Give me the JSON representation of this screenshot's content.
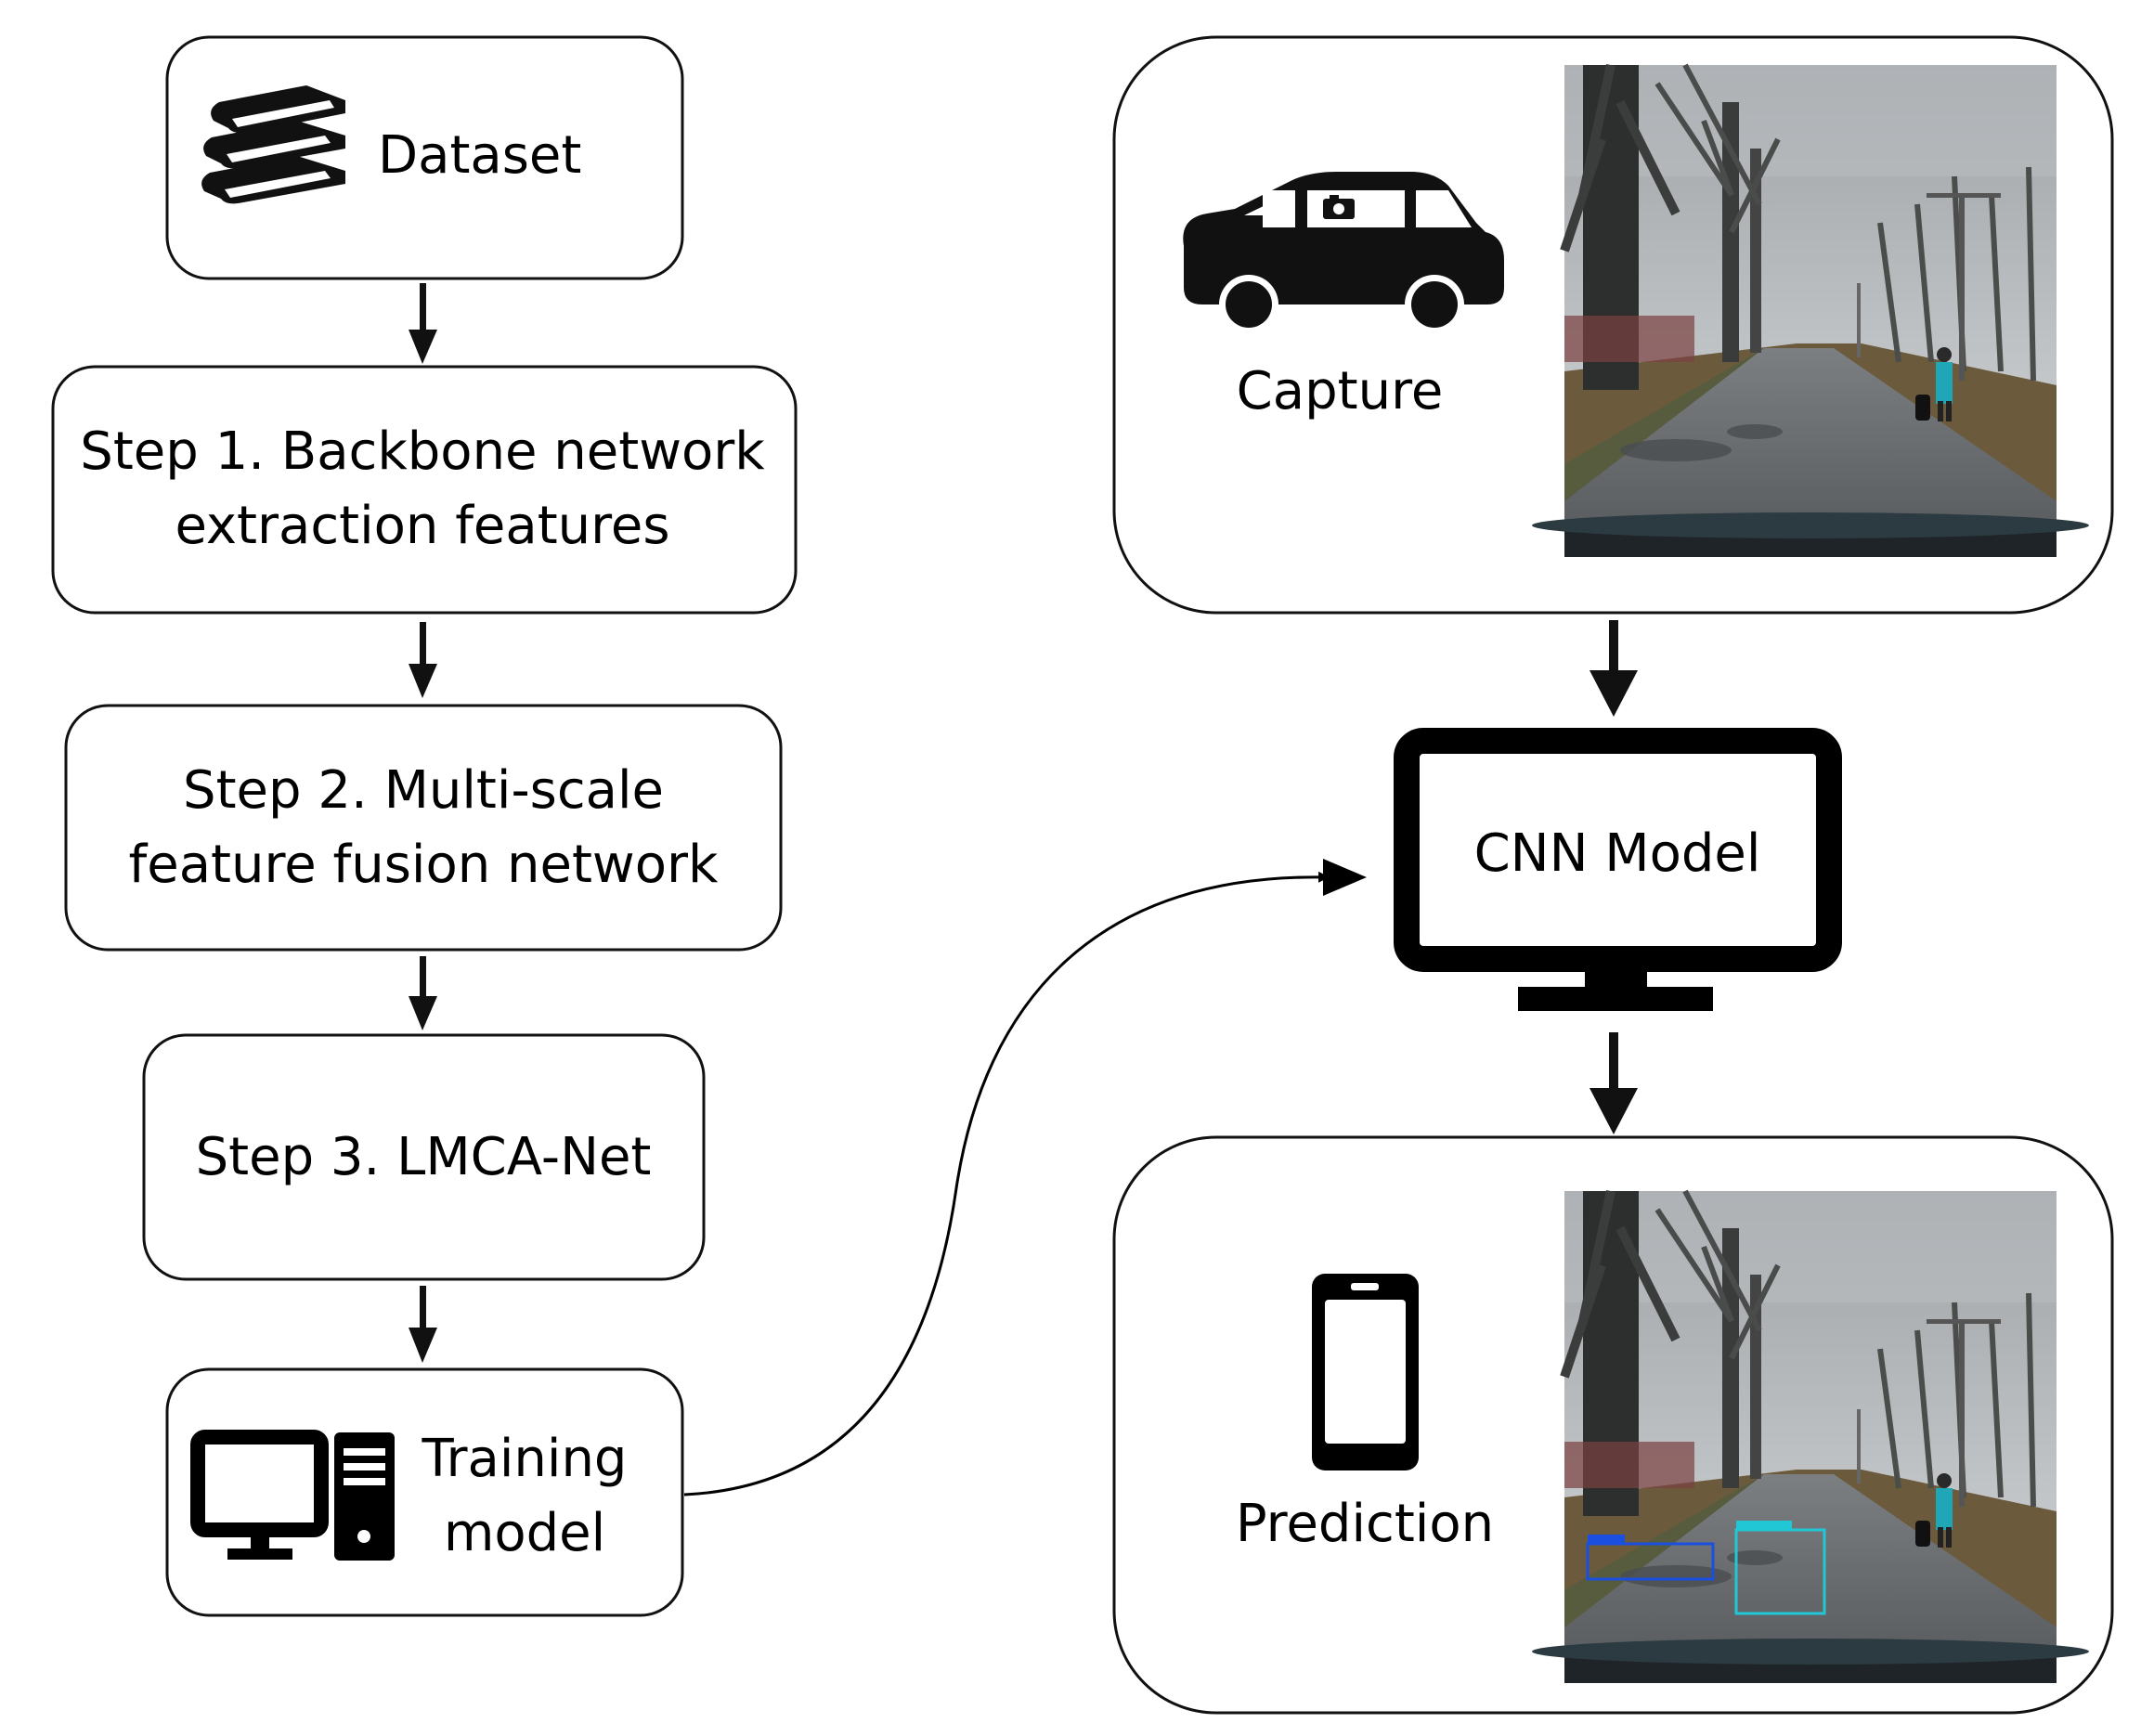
{
  "pipeline": {
    "dataset": "Dataset",
    "step1": [
      "Step 1. Backbone network",
      "extraction features"
    ],
    "step2": [
      "Step 2. Multi-scale",
      "feature fusion network"
    ],
    "step3": "Step 3. LMCA-Net",
    "training": [
      "Training",
      "model"
    ]
  },
  "deployment": {
    "capture": "Capture",
    "cnn_model": "CNN Model",
    "prediction": "Prediction"
  },
  "icons": [
    "books-icon",
    "car-camera-icon",
    "computer-tower-icon",
    "monitor-icon",
    "smartphone-icon"
  ]
}
